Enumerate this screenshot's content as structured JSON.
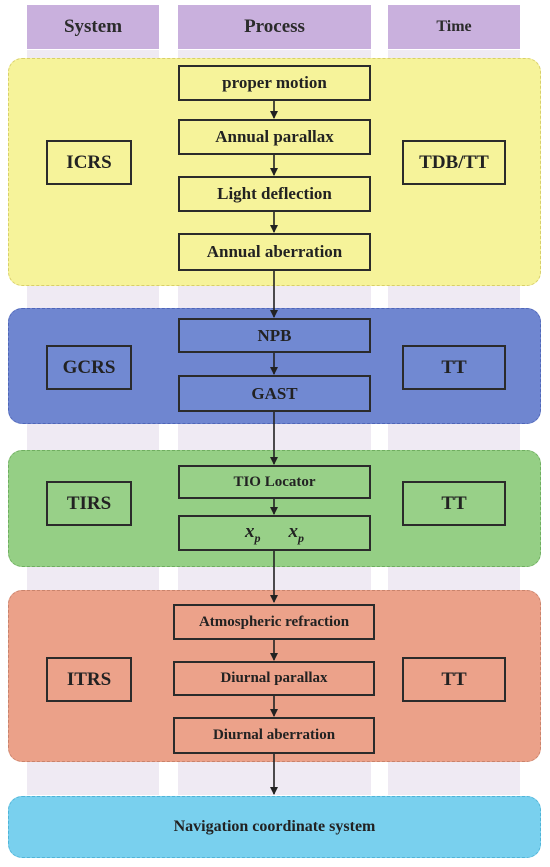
{
  "headers": {
    "system": "System",
    "process": "Process",
    "time": "Time"
  },
  "icrs": {
    "system": "ICRS",
    "time": "TDB/TT",
    "steps": [
      "proper motion",
      "Annual parallax",
      "Light deflection",
      "Annual aberration"
    ]
  },
  "gcrs": {
    "system": "GCRS",
    "time": "TT",
    "steps": [
      "NPB",
      "GAST"
    ]
  },
  "tirs": {
    "system": "TIRS",
    "time": "TT",
    "steps": [
      "TIO Locator"
    ],
    "polar": {
      "symbol": "x",
      "subscript": "p"
    }
  },
  "itrs": {
    "system": "ITRS",
    "time": "TT",
    "steps": [
      "Atmospheric refraction",
      "Diurnal parallax",
      "Diurnal aberration"
    ]
  },
  "navigation": {
    "label": "Navigation coordinate system"
  },
  "colors": {
    "header": "#c9b0dd",
    "icrs": "#f6f39a",
    "gcrs": "#6f86d0",
    "tirs": "#95cf85",
    "itrs": "#eba189",
    "navigation": "#79d0ee"
  }
}
